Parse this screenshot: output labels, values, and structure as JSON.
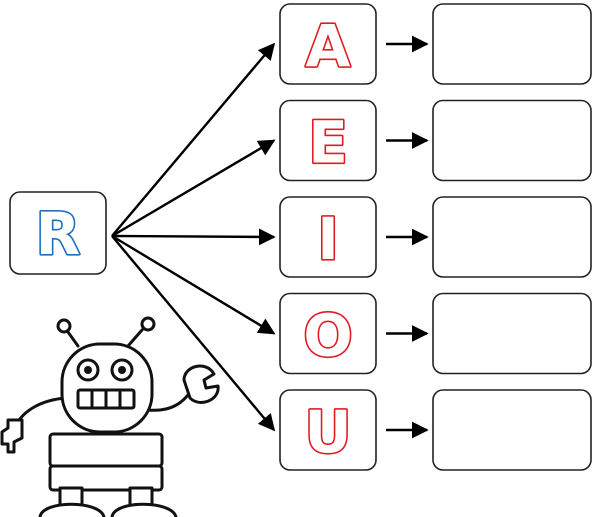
{
  "source_letter": {
    "text": "R",
    "color": "#1e6fc0"
  },
  "vowel_color": "#e01b24",
  "vowels": [
    {
      "text": "A",
      "answer": ""
    },
    {
      "text": "E",
      "answer": ""
    },
    {
      "text": "I",
      "answer": ""
    },
    {
      "text": "O",
      "answer": ""
    },
    {
      "text": "U",
      "answer": ""
    }
  ],
  "icons": {
    "mascot": "robot-icon",
    "connector": "arrow-icon"
  }
}
